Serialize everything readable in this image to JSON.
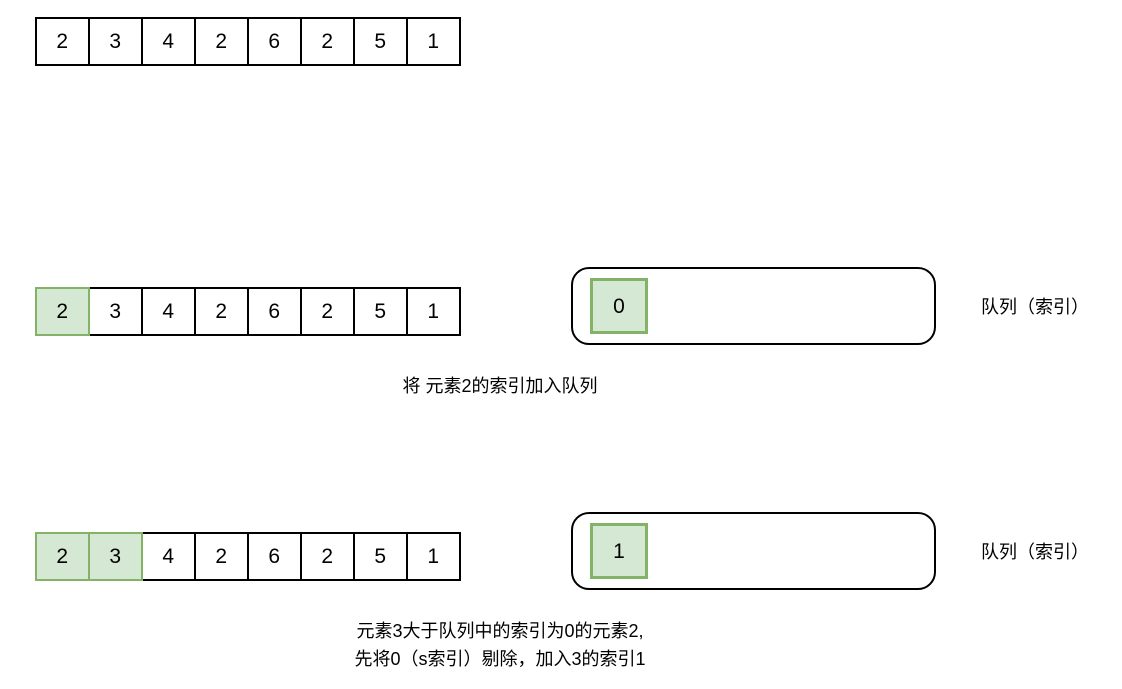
{
  "diagram": {
    "title": "monotonic-queue-walkthrough",
    "colors": {
      "highlight_fill": "#d5e8d4",
      "highlight_border": "#82b366",
      "outline": "#000000",
      "background": "#ffffff"
    },
    "steps": [
      {
        "id": "step-initial",
        "array": {
          "values": [
            "2",
            "3",
            "4",
            "2",
            "6",
            "2",
            "5",
            "1"
          ],
          "highlighted": [
            false,
            false,
            false,
            false,
            false,
            false,
            false,
            false
          ]
        },
        "queue": null,
        "queue_label": null,
        "caption": null
      },
      {
        "id": "step-push-index-0",
        "array": {
          "values": [
            "2",
            "3",
            "4",
            "2",
            "6",
            "2",
            "5",
            "1"
          ],
          "highlighted": [
            true,
            false,
            false,
            false,
            false,
            false,
            false,
            false
          ]
        },
        "queue": {
          "items": [
            "0"
          ]
        },
        "queue_label": "队列（索引）",
        "caption": "将 元素2的索引加入队列"
      },
      {
        "id": "step-pop-then-push-index-1",
        "array": {
          "values": [
            "2",
            "3",
            "4",
            "2",
            "6",
            "2",
            "5",
            "1"
          ],
          "highlighted": [
            true,
            true,
            false,
            false,
            false,
            false,
            false,
            false
          ]
        },
        "queue": {
          "items": [
            "1"
          ]
        },
        "queue_label": "队列（索引）",
        "caption": "元素3大于队列中的索引为0的元素2,\n先将0（s索引）剔除，加入3的索引1"
      }
    ]
  }
}
